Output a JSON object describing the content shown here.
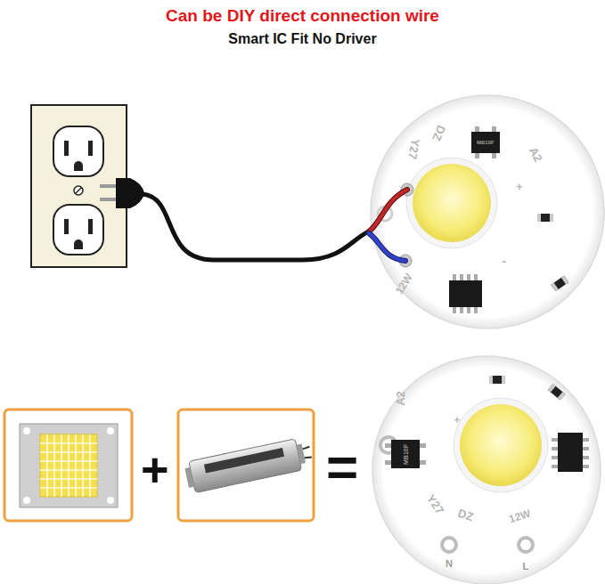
{
  "diagram": {
    "title": "Can be DIY direct connection wire",
    "nodes": [
      {
        "text": [
          "A2",
          "Y27",
          "DZ",
          "12W",
          "+",
          "-",
          "MB10F"
        ]
      },
      {
        "text": [
          "A2",
          "+",
          "MB10F",
          "Y27",
          "DZ",
          "12W",
          "N",
          "L"
        ]
      }
    ],
    "labels": [
      "Smart IC Fit No Driver",
      "+",
      "="
    ]
  }
}
